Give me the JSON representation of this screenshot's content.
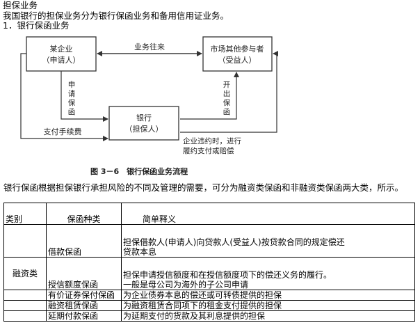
{
  "header": {
    "title": "担保业务",
    "intro": "我国银行的担保业务分为银行保函业务和备用信用证业务。",
    "section": "1．银行保函业务"
  },
  "diagram": {
    "applicant_line1": "某企业",
    "applicant_line2": "（申请人）",
    "beneficiary_line1": "市场其他参与者",
    "beneficiary_line2": "（受益人）",
    "bank_line1": "银行",
    "bank_line2": "（担保人）",
    "business_label": "业务往来",
    "apply_label": [
      "申",
      "请",
      "保",
      "函"
    ],
    "issue_label": [
      "开",
      "出",
      "保",
      "函"
    ],
    "fee_label": "支付手续费",
    "default_line1": "企业违约时，进行",
    "default_line2": "履约支付或赔偿",
    "caption": "图 3－6　银行保函业务流程"
  },
  "paragraph": "银行保函根据担保银行承担风险的不同及管理的需要，可分为融资类保函和非融资类保函两大类，所示。",
  "table": {
    "header": {
      "category": "类别",
      "type": "保函种类",
      "explanation": "简单释义"
    },
    "rows": [
      {
        "type": "借款保函",
        "expl1": "担保借款人(申请人)向贷款人(受益人)按贷款合同的规定偿还",
        "expl2": "贷款本息"
      },
      {
        "category": "融资类",
        "type": "授信额度保函",
        "expl1": "担保申请授信额度和在授信额度项下的偿还义务的履行。",
        "expl2": "一般是母公司为海外的子公司申请"
      },
      {
        "type": "有价证券保付保函",
        "expl1": "为企业债券本息的偿还或可转债提供的担保"
      },
      {
        "type": "融资租赁保函",
        "expl1": "为融资租赁合同项下的租金支付提供的担保"
      },
      {
        "type": "延期付款保函",
        "expl1": "为延期支付的货款及其利息提供的担保"
      }
    ]
  }
}
